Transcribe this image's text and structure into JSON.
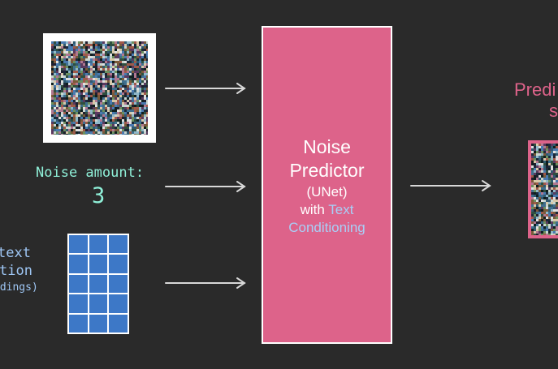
{
  "input": {
    "noise_label": "Noise amount:",
    "noise_value": "3"
  },
  "conditioning": {
    "line1": "text",
    "line2": "tion",
    "line3": "ddings)"
  },
  "predictor": {
    "title_line1": "Noise",
    "title_line2": "Predictor",
    "sub_line1": "(UNet)",
    "sub_with": "with ",
    "sub_text": "Text",
    "sub_conditioning": "Conditioning"
  },
  "output": {
    "label_line1": "Predi",
    "label_line2": "s"
  },
  "colors": {
    "background": "#2a2a2a",
    "predictor": "#dd638a",
    "noise_text": "#8ff0d8",
    "conditioning_text": "#9fc7f5",
    "embedding_cell": "#3d78c7"
  }
}
